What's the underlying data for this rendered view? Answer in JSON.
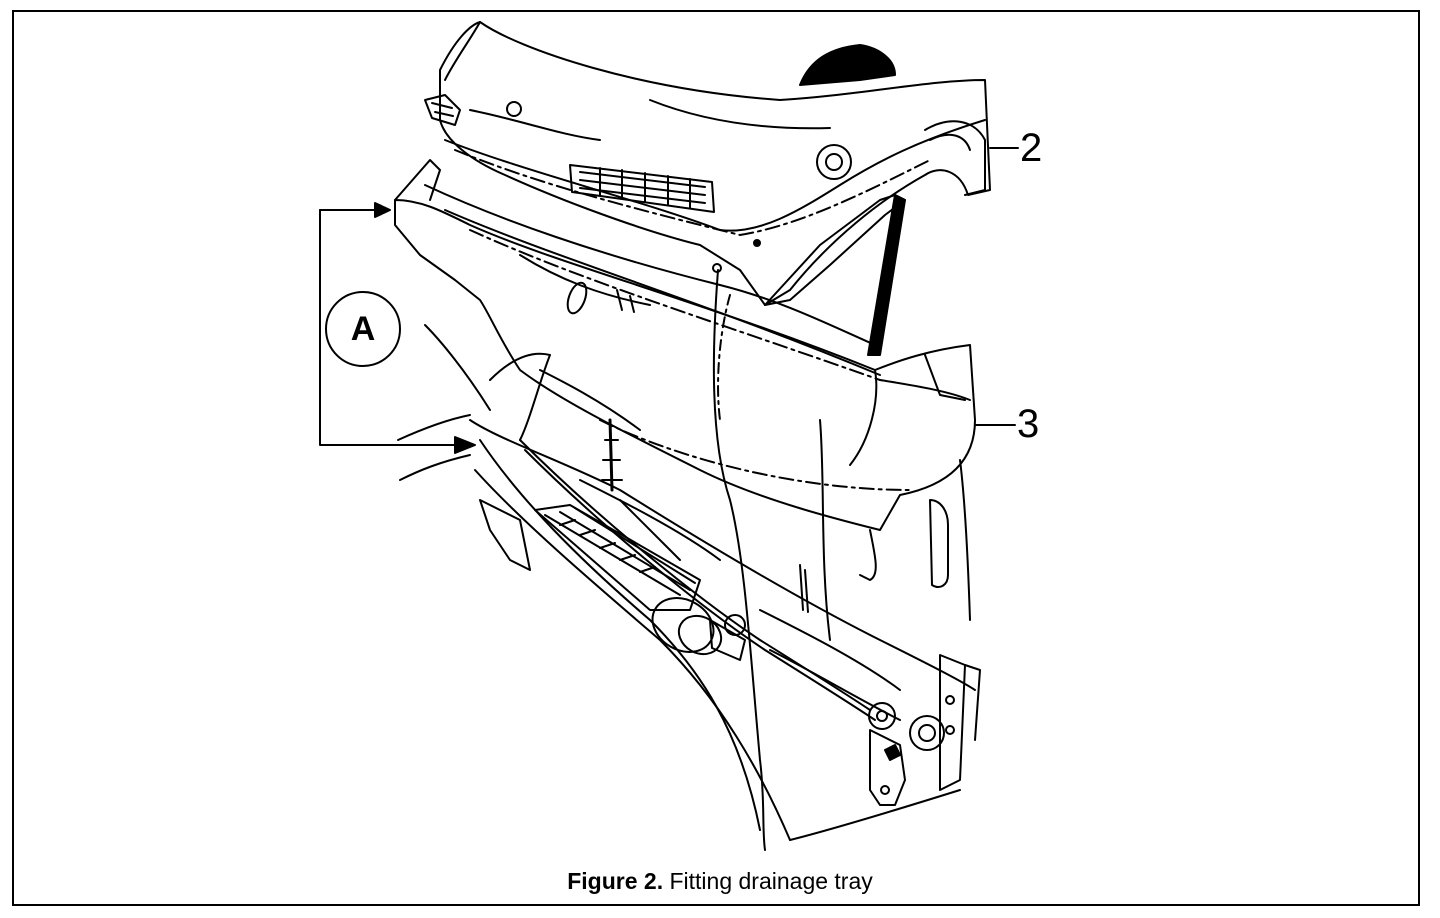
{
  "figure": {
    "label": "Figure 2.",
    "title": "Fitting drainage tray"
  },
  "callouts": {
    "part_2": "2",
    "part_3": "3",
    "view_marker": "A"
  },
  "colors": {
    "ink": "#000000",
    "paper": "#ffffff"
  }
}
